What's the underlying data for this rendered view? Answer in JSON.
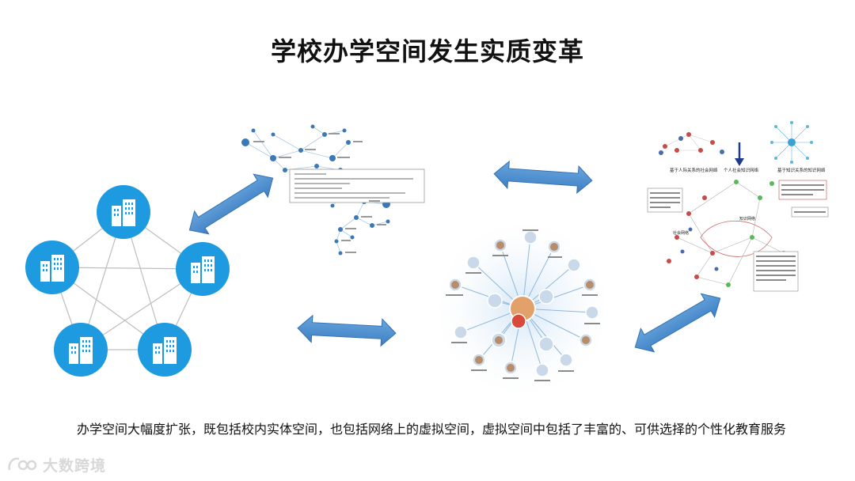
{
  "title": "学校办学空间发生实质变革",
  "caption": "办学空间大幅度扩张，既包括校内实体空间，也包括网络上的虚拟空间，虚拟空间中包括了丰富的、可供选择的个性化教育服务",
  "watermark": {
    "text": "大数跨境",
    "icon": "logo-icon"
  },
  "colors": {
    "node_blue": "#1e9be0",
    "arrow_blue": "#4d8fd0",
    "network_dot": "#3a78b8",
    "network_line": "#9cc4e4",
    "text": "#111111"
  },
  "diagrams": {
    "physical_network": {
      "nodes": 5,
      "icon": "building-icon"
    },
    "concept_map": {
      "label": "concept-network-graph"
    },
    "social_graph": {
      "label": "people-relationship-graph"
    },
    "knowledge_network": {
      "labels": [
        "基于人际关系的社会网络",
        "个人社会知识网络",
        "基于知识关系的知识网络",
        "知识网络",
        "社会网络"
      ]
    }
  }
}
